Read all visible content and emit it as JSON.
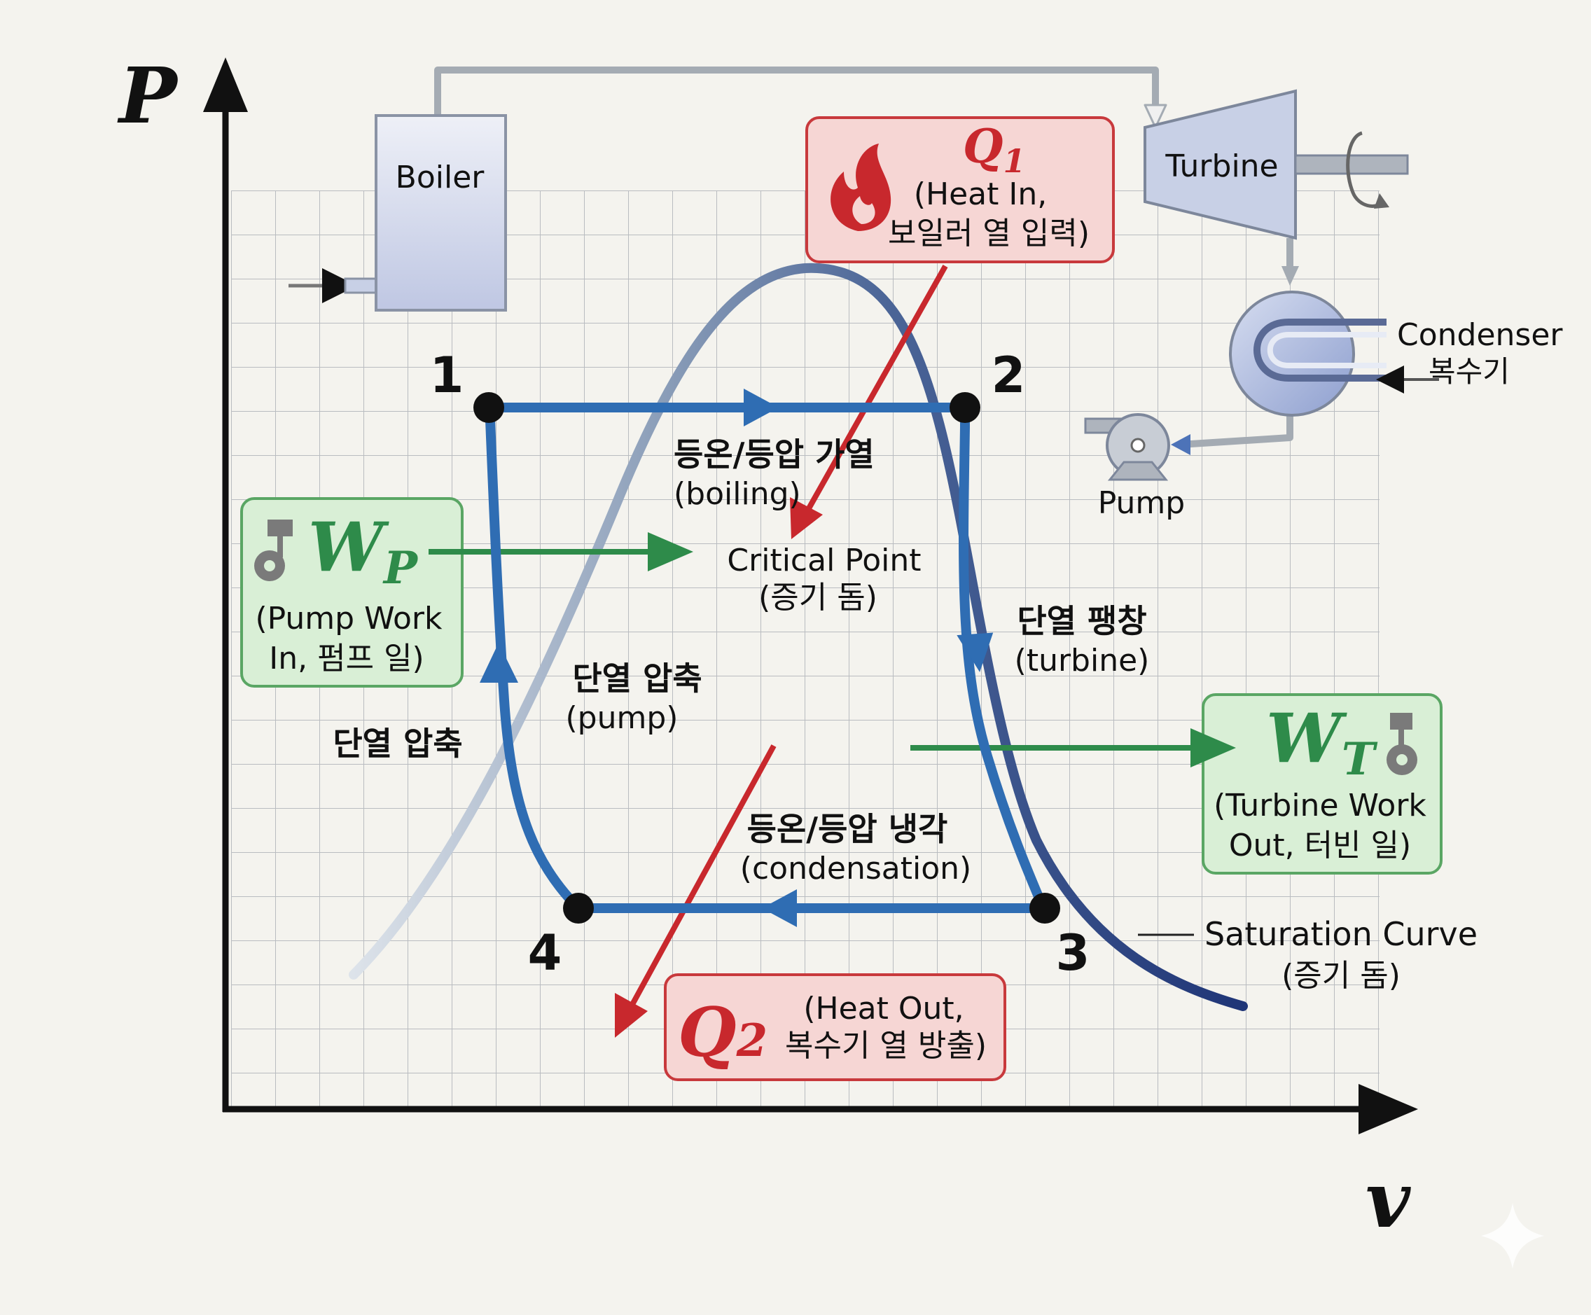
{
  "axes": {
    "y_label": "P",
    "x_label": "v"
  },
  "states": {
    "s1": "1",
    "s2": "2",
    "s3": "3",
    "s4": "4"
  },
  "components": {
    "boiler": "Boiler",
    "turbine": "Turbine",
    "condenser_en": "Condenser",
    "condenser_ko": "복수기",
    "pump": "Pump"
  },
  "q1": {
    "symbol": "Q",
    "sub": "1",
    "line1": "(Heat In,",
    "line2": "보일러 열 입력)"
  },
  "q2": {
    "symbol": "Q",
    "sub": "2",
    "line1": "(Heat Out,",
    "line2": "복수기 열 방출)"
  },
  "wp": {
    "symbol": "W",
    "sub": "P",
    "line1": "(Pump Work",
    "line2": "In, 펌프 일)"
  },
  "wt": {
    "symbol": "W",
    "sub": "T",
    "line1": "(Turbine Work",
    "line2": "Out, 터빈 일)"
  },
  "process_labels": {
    "heating_ko": "등온/등압  가열",
    "heating_en": "(boiling)",
    "critical_en": "Critical Point",
    "critical_ko": "(증기 돔)",
    "expansion_ko": "단열 팽창",
    "expansion_en": "(turbine)",
    "compression_ko": "단열 압축",
    "compression_en": "(pump)",
    "compression_left": "단열 압축",
    "cooling_ko": "등온/등압 냉각",
    "cooling_en": "(condensation)",
    "saturation_en": "Saturation Curve",
    "saturation_ko": "(증기 돔)"
  },
  "colors": {
    "cycle": "#2f6db3",
    "heat": "#c8282d",
    "work": "#2e8b4a",
    "heat_box_fill": "#f6d6d4",
    "heat_box_stroke": "#c8393c",
    "work_box_fill": "#d9efd6",
    "work_box_stroke": "#5aa664",
    "dome_dark": "#1f3577",
    "dome_light": "#c9d3de",
    "component_fill": "#c8d0e6",
    "pipe": "#9aa3ad"
  }
}
